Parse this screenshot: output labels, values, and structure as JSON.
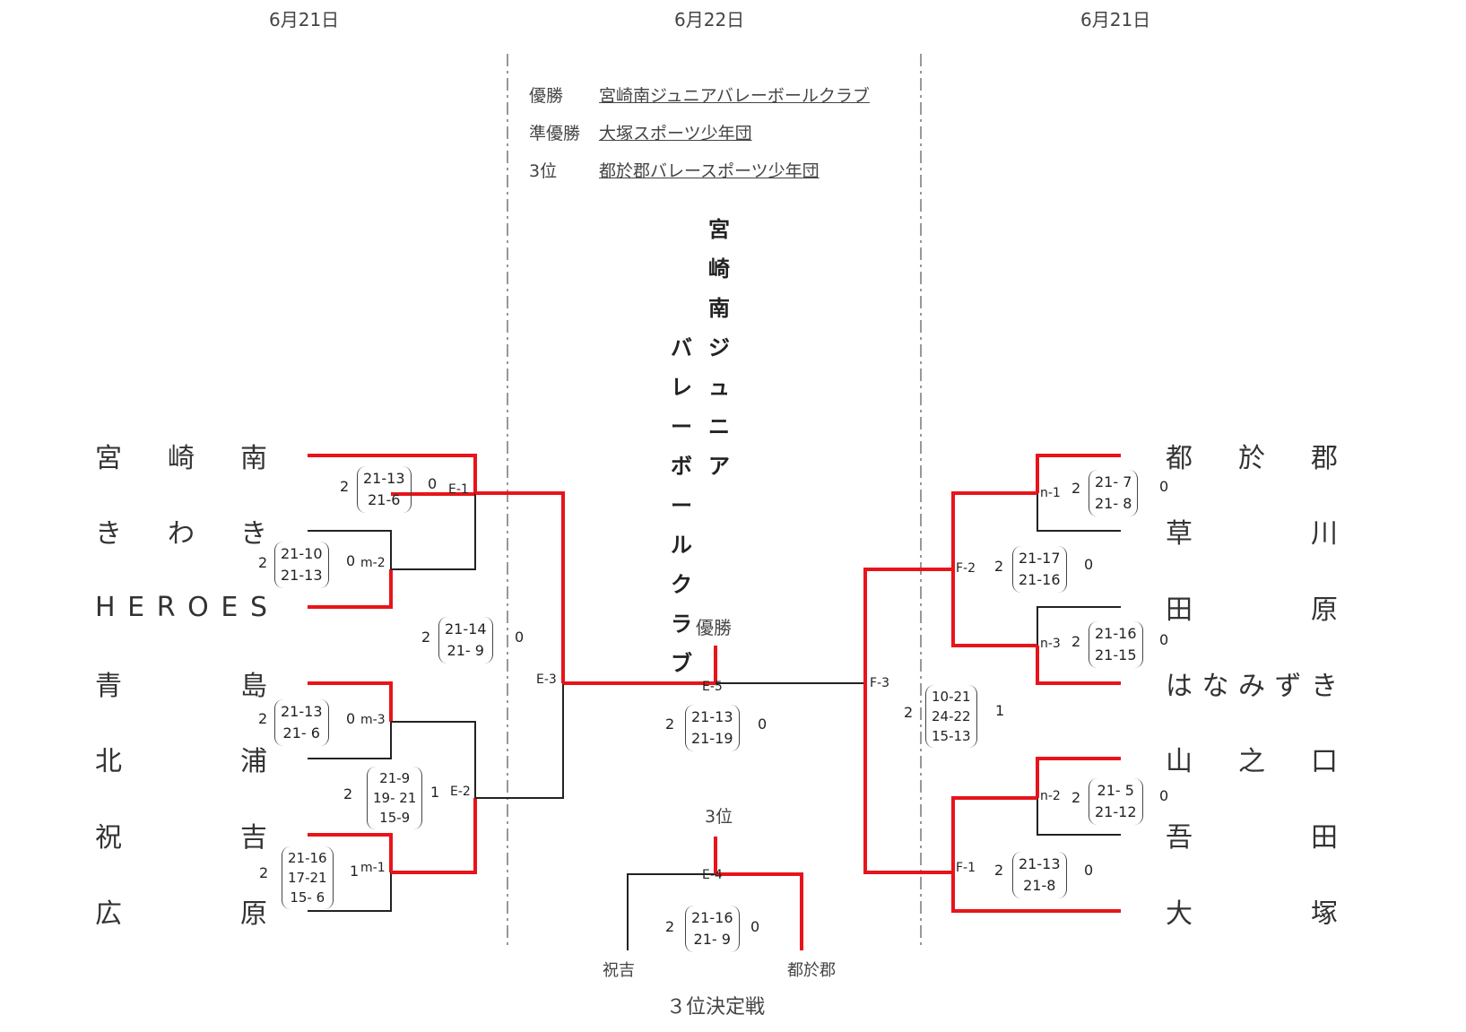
{
  "dates": {
    "left": "6月21日",
    "center": "6月22日",
    "right": "6月21日"
  },
  "results": [
    {
      "rank": "優勝",
      "team": "宮崎南ジュニアバレーボールクラブ"
    },
    {
      "rank": "準優勝",
      "team": "大塚スポーツ少年団"
    },
    {
      "rank": "3位",
      "team": "都於郡バレースポーツ少年団"
    }
  ],
  "champion_col1": [
    "宮",
    "崎",
    "南",
    "ジ",
    "ュ",
    "ニ",
    "ア"
  ],
  "champion_col2": [
    "バ",
    "レ",
    "ー",
    "ボ",
    "ー",
    "ル",
    "ク",
    "ラ",
    "ブ"
  ],
  "labels": {
    "final": "優勝",
    "third": "3位",
    "third_match": "３位決定戦",
    "third_left": "祝吉",
    "third_right": "都於郡"
  },
  "left_teams": [
    [
      "宮",
      "崎",
      "南"
    ],
    [
      "き",
      "わ",
      "き"
    ],
    [
      "H",
      "E",
      "R",
      "O",
      "E",
      "S"
    ],
    [
      "青",
      "",
      "島"
    ],
    [
      "北",
      "",
      "浦"
    ],
    [
      "祝",
      "",
      "吉"
    ],
    [
      "広",
      "",
      "原"
    ]
  ],
  "right_teams": [
    [
      "都",
      "於",
      "郡"
    ],
    [
      "草",
      "",
      "川"
    ],
    [
      "田",
      "",
      "原"
    ],
    [
      "は",
      "な",
      "み",
      "ず",
      "き"
    ],
    [
      "山",
      "之",
      "口"
    ],
    [
      "吾",
      "",
      "田"
    ],
    [
      "大",
      "",
      "塚"
    ]
  ],
  "matches": {
    "e1": {
      "code": "E-1",
      "w": "2",
      "l": "0",
      "sets": [
        "21-13",
        "21-6"
      ]
    },
    "m2": {
      "code": "m-2",
      "w": "2",
      "l": "0",
      "sets": [
        "21-10",
        "21-13"
      ]
    },
    "e3": {
      "code": "E-3",
      "w": "2",
      "l": "0",
      "sets": [
        "21-14",
        "21- 9"
      ]
    },
    "m3": {
      "code": "m-3",
      "w": "2",
      "l": "0",
      "sets": [
        "21-13",
        "21- 6"
      ]
    },
    "e2": {
      "code": "E-2",
      "w": "2",
      "l": "1",
      "sets": [
        "21-9",
        "19- 21",
        "15-9"
      ]
    },
    "m1": {
      "code": "m-1",
      "w": "2",
      "l": "1",
      "sets": [
        "21-16",
        "17-21",
        "15- 6"
      ]
    },
    "e5": {
      "code": "E-5",
      "w": "2",
      "l": "0",
      "sets": [
        "21-13",
        "21-19"
      ]
    },
    "e4": {
      "code": "E-4",
      "w": "2",
      "l": "0",
      "sets": [
        "21-16",
        "21- 9"
      ]
    },
    "n1": {
      "code": "n-1",
      "w": "2",
      "l": "0",
      "sets": [
        "21- 7",
        "21- 8"
      ]
    },
    "f2": {
      "code": "F-2",
      "w": "2",
      "l": "0",
      "sets": [
        "21-17",
        "21-16"
      ]
    },
    "n3": {
      "code": "n-3",
      "w": "2",
      "l": "0",
      "sets": [
        "21-16",
        "21-15"
      ]
    },
    "f3": {
      "code": "F-3",
      "w": "2",
      "l": "1",
      "sets": [
        "10-21",
        "24-22",
        "15-13"
      ]
    },
    "n2": {
      "code": "n-2",
      "w": "2",
      "l": "0",
      "sets": [
        "21- 5",
        "21-12"
      ]
    },
    "f1": {
      "code": "F-1",
      "w": "2",
      "l": "0",
      "sets": [
        "21-13",
        "21-8"
      ]
    }
  },
  "colors": {
    "winner_line": "#e8141b",
    "loser_line": "#222222",
    "divider": "#777777"
  }
}
